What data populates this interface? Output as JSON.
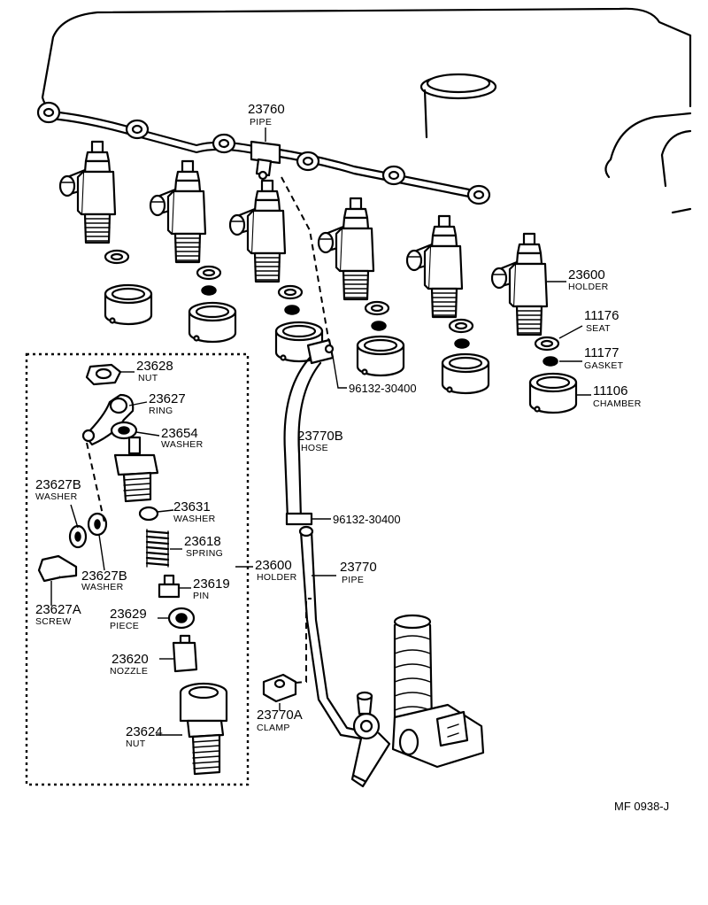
{
  "labels": {
    "pipe_23760": {
      "number": "23760",
      "name": "PIPE"
    },
    "holder_23600_top": {
      "number": "23600",
      "name": "HOLDER"
    },
    "seat_11176": {
      "number": "11176",
      "name": "SEAT"
    },
    "gasket_11177": {
      "number": "11177",
      "name": "GASKET"
    },
    "chamber_11106": {
      "number": "11106",
      "name": "CHAMBER"
    },
    "clip_96132_upper": {
      "number": "96132-30400"
    },
    "hose_23770b": {
      "number": "23770B",
      "name": "HOSE"
    },
    "clip_96132_lower": {
      "number": "96132-30400"
    },
    "pipe_23770": {
      "number": "23770",
      "name": "PIPE"
    },
    "holder_23600_exploded": {
      "number": "23600",
      "name": "HOLDER"
    },
    "clamp_23770a": {
      "number": "23770A",
      "name": "CLAMP"
    },
    "nut_23628": {
      "number": "23628",
      "name": "NUT"
    },
    "ring_23627": {
      "number": "23627",
      "name": "RING"
    },
    "washer_23654": {
      "number": "23654",
      "name": "WASHER"
    },
    "washer_23627b_left": {
      "number": "23627B",
      "name": "WASHER"
    },
    "washer_23631": {
      "number": "23631",
      "name": "WASHER"
    },
    "spring_23618": {
      "number": "23618",
      "name": "SPRING"
    },
    "washer_23627b_lower": {
      "number": "23627B",
      "name": "WASHER"
    },
    "pin_23619": {
      "number": "23619",
      "name": "PIN"
    },
    "screw_23627a": {
      "number": "23627A",
      "name": "SCREW"
    },
    "piece_23629": {
      "number": "23629",
      "name": "PIECE"
    },
    "nozzle_23620": {
      "number": "23620",
      "name": "NOZZLE"
    },
    "nut_23624": {
      "number": "23624",
      "name": "NUT"
    }
  },
  "diagram_code": "MF 0938-J"
}
